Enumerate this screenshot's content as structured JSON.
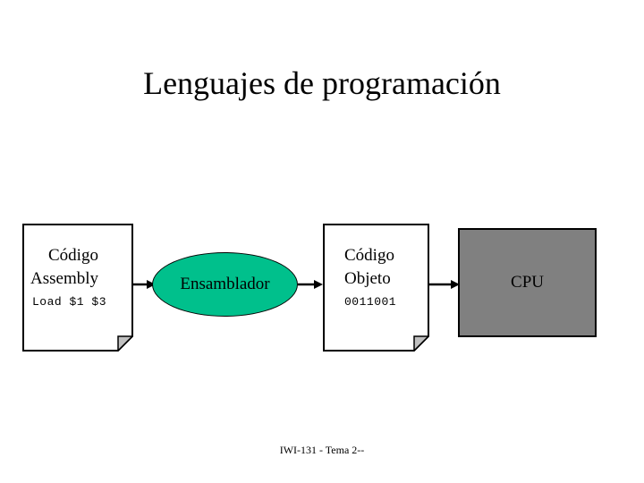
{
  "slide": {
    "title": "Lenguajes de programación",
    "footer": "IWI-131 - Tema 2--",
    "background_color": "#FFFFFF",
    "text_color": "#000000"
  },
  "diagram": {
    "type": "flow",
    "nodes": [
      {
        "id": "codigo-assembly",
        "shape": "document",
        "fill_color": "#FFFFFF",
        "border_color": "#000000",
        "fold_color": "#C0C0C0",
        "lines": [
          "Código",
          "Assembly"
        ],
        "code_line": "Load $1 $3"
      },
      {
        "id": "ensamblador",
        "shape": "ellipse",
        "fill_color": "#00C08C",
        "border_color": "#000000",
        "label": "Ensamblador"
      },
      {
        "id": "codigo-objeto",
        "shape": "document",
        "fill_color": "#FFFFFF",
        "border_color": "#000000",
        "fold_color": "#C0C0C0",
        "lines": [
          "Código",
          "Objeto"
        ],
        "code_line": "0011001"
      },
      {
        "id": "cpu",
        "shape": "rectangle",
        "fill_color": "#808080",
        "border_color": "#000000",
        "label": "CPU"
      }
    ],
    "connectors": [
      {
        "id": "arrow-assembly-to-ensamblador",
        "from": "codigo-assembly",
        "to": "ensamblador",
        "style": "solid-arrow",
        "color": "#000000"
      },
      {
        "id": "arrow-ensamblador-to-objeto",
        "from": "ensamblador",
        "to": "codigo-objeto",
        "style": "solid-arrow",
        "color": "#000000"
      },
      {
        "id": "arrow-objeto-to-cpu",
        "from": "codigo-objeto",
        "to": "cpu",
        "style": "solid-arrow",
        "color": "#000000"
      }
    ]
  }
}
